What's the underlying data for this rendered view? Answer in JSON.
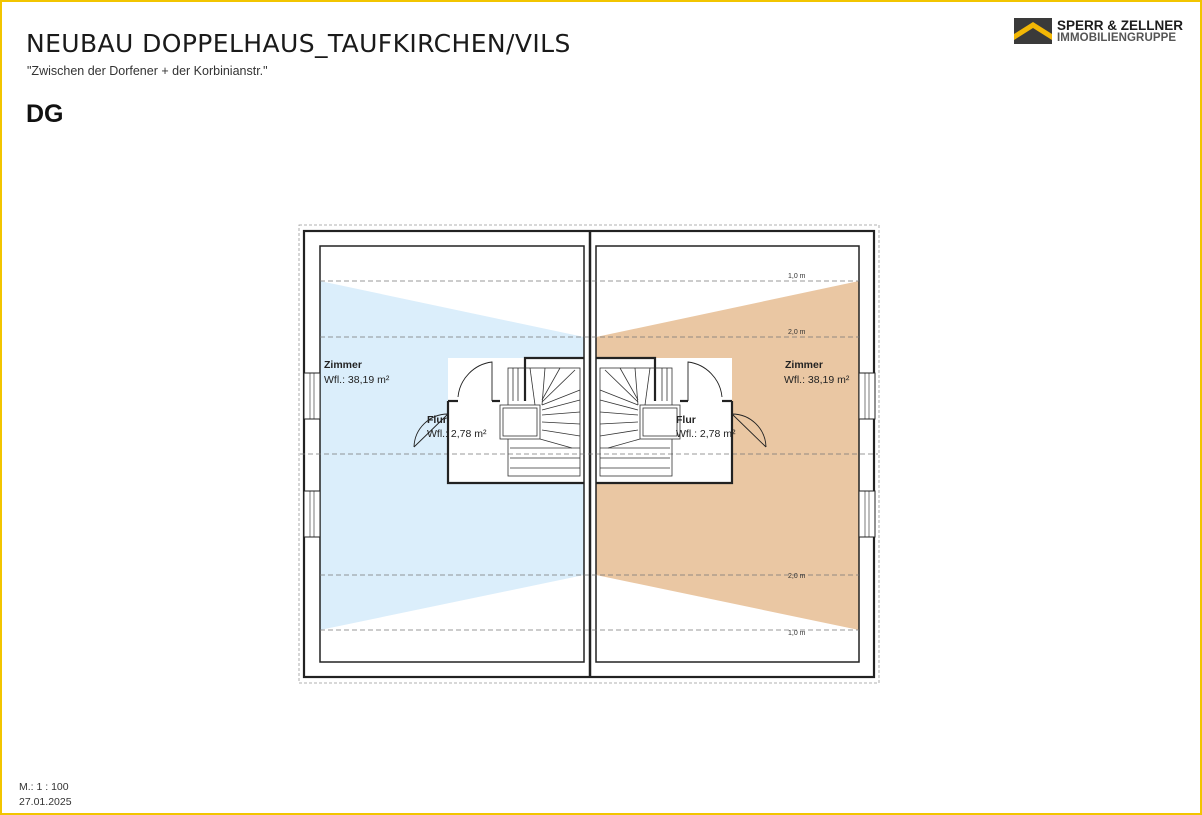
{
  "header": {
    "title": "NEUBAU DOPPELHAUS_TAUFKIRCHEN/VILS",
    "subtitle": "\"Zwischen der Dorfener + der Korbinianstr.\"",
    "floor": "DG"
  },
  "logo": {
    "name": "SPERR & ZELLNER",
    "subtitle": "IMMOBILIENGRUPPE"
  },
  "plan": {
    "left_unit": {
      "zimmer_label": "Zimmer",
      "zimmer_area": "Wfl.: 38,19 m²",
      "flur_label": "Flur",
      "flur_area": "Wfl.: 2,78 m²",
      "fill_color": "#dbeefb"
    },
    "right_unit": {
      "zimmer_label": "Zimmer",
      "zimmer_area": "Wfl.: 38,19 m²",
      "flur_label": "Flur",
      "flur_area": "Wfl.: 2,78 m²",
      "fill_color": "#eac7a3"
    },
    "height_lines": {
      "top_1m": "1,0 m",
      "top_2m": "2,0 m",
      "bottom_2m": "2,0 m",
      "bottom_1m": "1,0 m"
    }
  },
  "footer": {
    "scale": "M.: 1 : 100",
    "date": "27.01.2025"
  },
  "colors": {
    "frame": "#f2c500",
    "logo_yellow": "#f2b705",
    "logo_dark": "#3a3a3a"
  }
}
